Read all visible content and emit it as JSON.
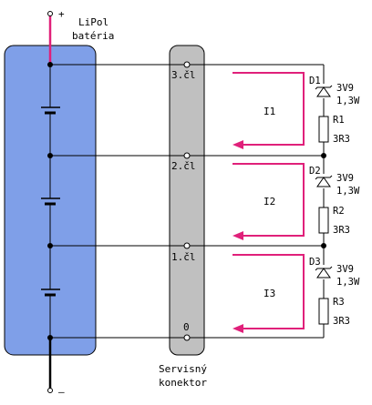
{
  "battery": {
    "line1": "LiPol",
    "line2": "batéria",
    "plus": "+",
    "minus": "–"
  },
  "connector": {
    "line1": "Servisný",
    "line2": "konektor",
    "pins": [
      "3.čl",
      "2.čl",
      "1.čl",
      "0"
    ]
  },
  "currents": [
    "I1",
    "I2",
    "I3"
  ],
  "branches": [
    {
      "diode": "D1",
      "diode_value": "3V9",
      "diode_power": "1,3W",
      "resistor": "R1",
      "resistor_value": "3R3"
    },
    {
      "diode": "D2",
      "diode_value": "3V9",
      "diode_power": "1,3W",
      "resistor": "R2",
      "resistor_value": "3R3"
    },
    {
      "diode": "D3",
      "diode_value": "3V9",
      "diode_power": "1,3W",
      "resistor": "R3",
      "resistor_value": "3R3"
    }
  ],
  "colors": {
    "battery_fill": "#7f9fe8",
    "connector_fill": "#c0c0c0",
    "current_arrow": "#e0207a",
    "positive_lead": "#e0207a",
    "wire": "#000000"
  }
}
